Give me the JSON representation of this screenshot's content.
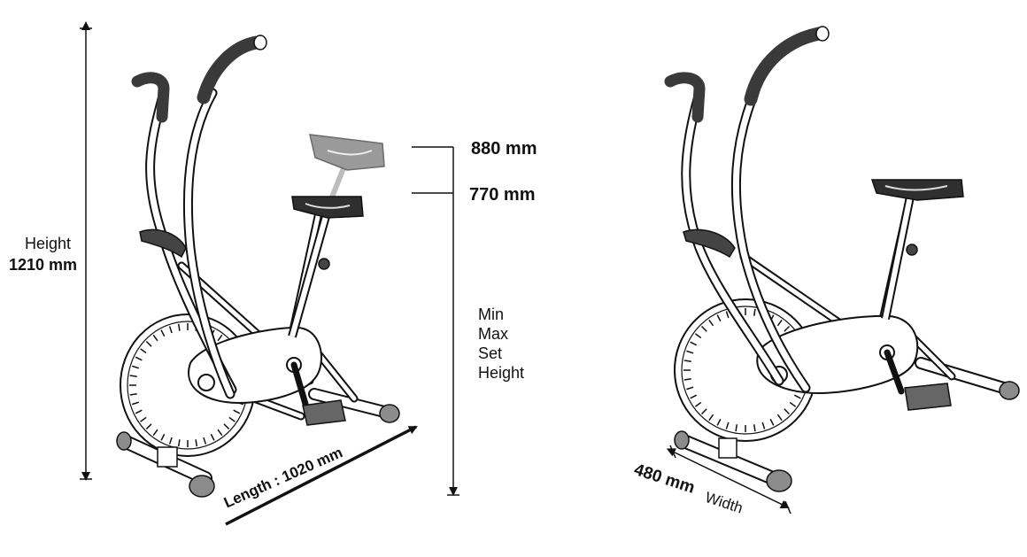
{
  "dimensions": {
    "height_word": "Height",
    "height_value": "1210 mm",
    "seat_max": "880 mm",
    "seat_min": "770 mm",
    "seat_note_lines": [
      "Min",
      "Max",
      "Set",
      "Height"
    ],
    "length_label": "Length : 1020 mm",
    "width_value": "480 mm",
    "width_word": "Width"
  },
  "colors": {
    "outline": "#111111",
    "grip": "#3a3a3a",
    "seat": "#2f2f2f",
    "seat_raised": "#9a9a9a",
    "foot": "#8c8c8c"
  }
}
